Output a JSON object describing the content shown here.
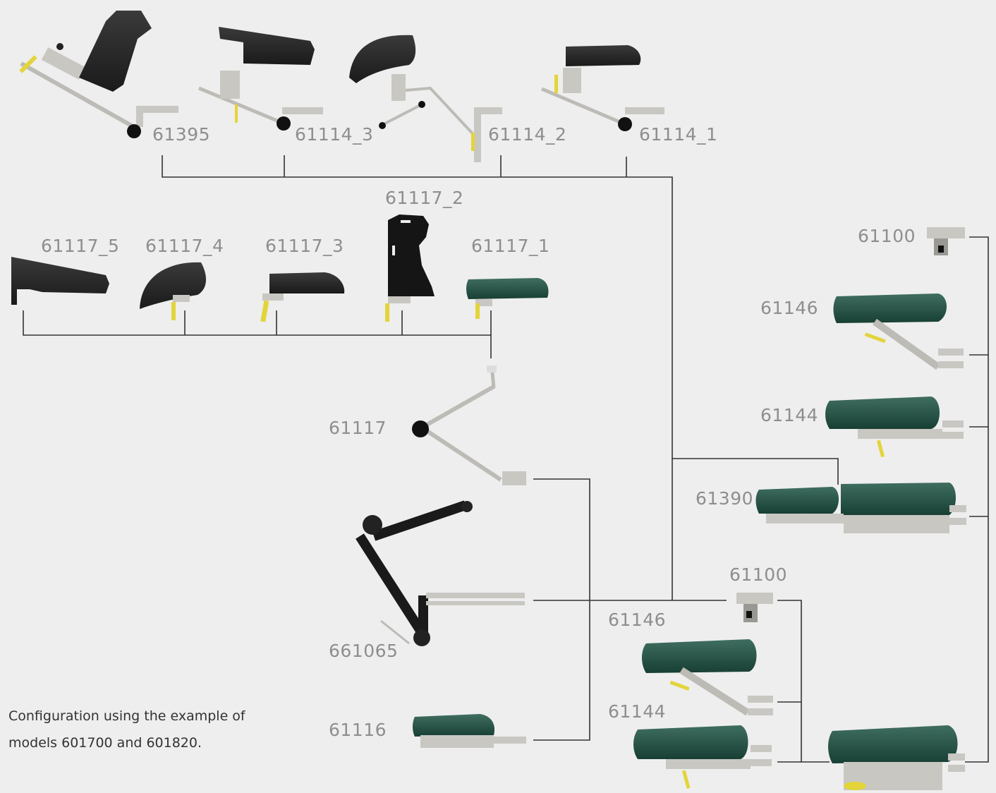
{
  "labels": {
    "p61395": "61395",
    "p61114_3": "61114_3",
    "p61114_2": "61114_2",
    "p61114_1": "61114_1",
    "p61117_2": "61117_2",
    "p61117_5": "61117_5",
    "p61117_4": "61117_4",
    "p61117_3": "61117_3",
    "p61117_1": "61117_1",
    "p61117": "61117",
    "p661065": "661065",
    "p61116": "61116",
    "p61100_top": "61100",
    "p61146_right": "61146",
    "p61144_right": "61144",
    "p61390": "61390",
    "p61100_mid": "61100",
    "p61146_bottom": "61146",
    "p61144_bottom": "61144"
  },
  "caption": {
    "line1": "Configuration using the example of",
    "line2": "models 601700 and 601820."
  },
  "colors": {
    "background": "#eeeeee",
    "label": "#8e8e8e",
    "line": "#333333",
    "pad_green": "#1f4d40",
    "pad_black": "#222222",
    "metal": "#c9c7c2",
    "handle_yellow": "#e3d43a"
  }
}
